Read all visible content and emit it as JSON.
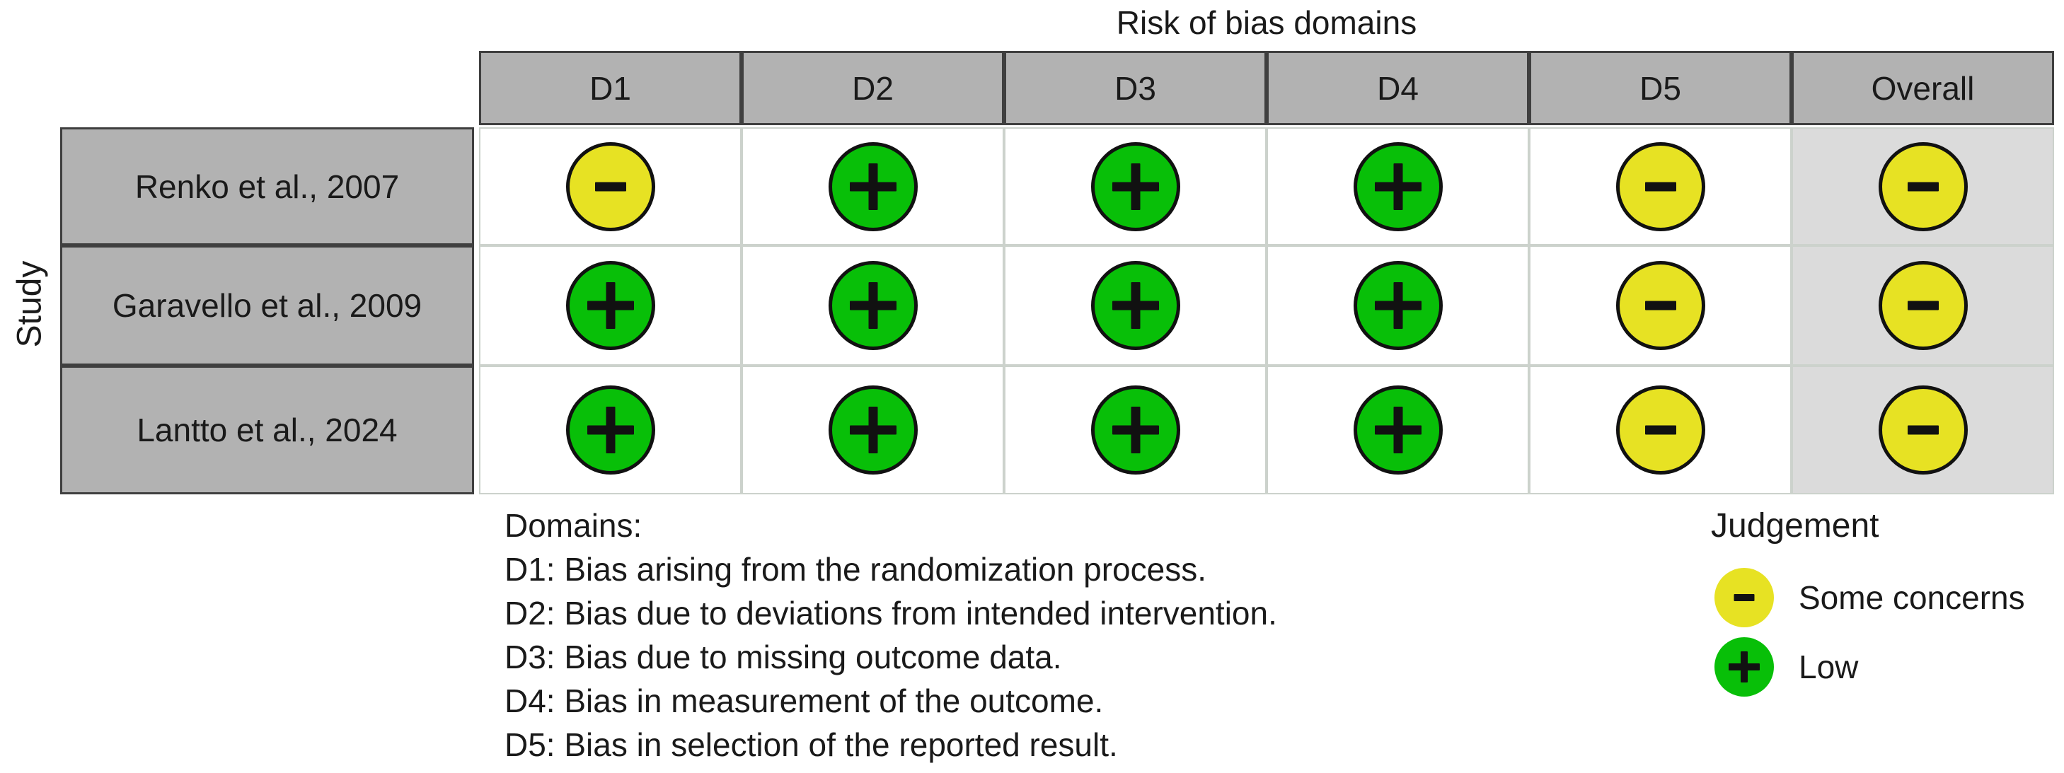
{
  "figure": {
    "title": "Risk of bias domains",
    "y_axis_label": "Study"
  },
  "chart_data": {
    "type": "table",
    "title": "Risk of bias domains",
    "ylabel": "Study",
    "columns": [
      "D1",
      "D2",
      "D3",
      "D4",
      "D5",
      "Overall"
    ],
    "rows": [
      "Renko et al., 2007",
      "Garavello et al., 2009",
      "Lantto et al., 2024"
    ],
    "values": [
      [
        "Some concerns",
        "Low",
        "Low",
        "Low",
        "Some concerns",
        "Some concerns"
      ],
      [
        "Low",
        "Low",
        "Low",
        "Low",
        "Some concerns",
        "Some concerns"
      ],
      [
        "Low",
        "Low",
        "Low",
        "Low",
        "Some concerns",
        "Some concerns"
      ]
    ],
    "legend_title": "Judgement",
    "judgement_levels": [
      {
        "id": "some_concerns",
        "label": "Some concerns",
        "symbol": "-",
        "color": "#e7e223"
      },
      {
        "id": "low",
        "label": "Low",
        "symbol": "+",
        "color": "#08bf08"
      }
    ]
  },
  "footnote": {
    "lines": [
      "Domains:",
      "D1: Bias arising from the randomization process.",
      "D2: Bias due to deviations from intended intervention.",
      "D3: Bias due to missing outcome data.",
      "D4: Bias in measurement of the outcome.",
      "D5: Bias in selection of the reported result."
    ]
  },
  "colors": {
    "header_fill": "#b2b2b2",
    "study_fill": "#b2b2b2",
    "overall_column_fill": "#dbdbdb",
    "cell_grid_line": "#ccd2cc",
    "dark_border": "#3f3f3f",
    "symbol": "#111111",
    "background": "#ffffff",
    "some_concerns": "#e7e223",
    "low": "#08bf08"
  }
}
